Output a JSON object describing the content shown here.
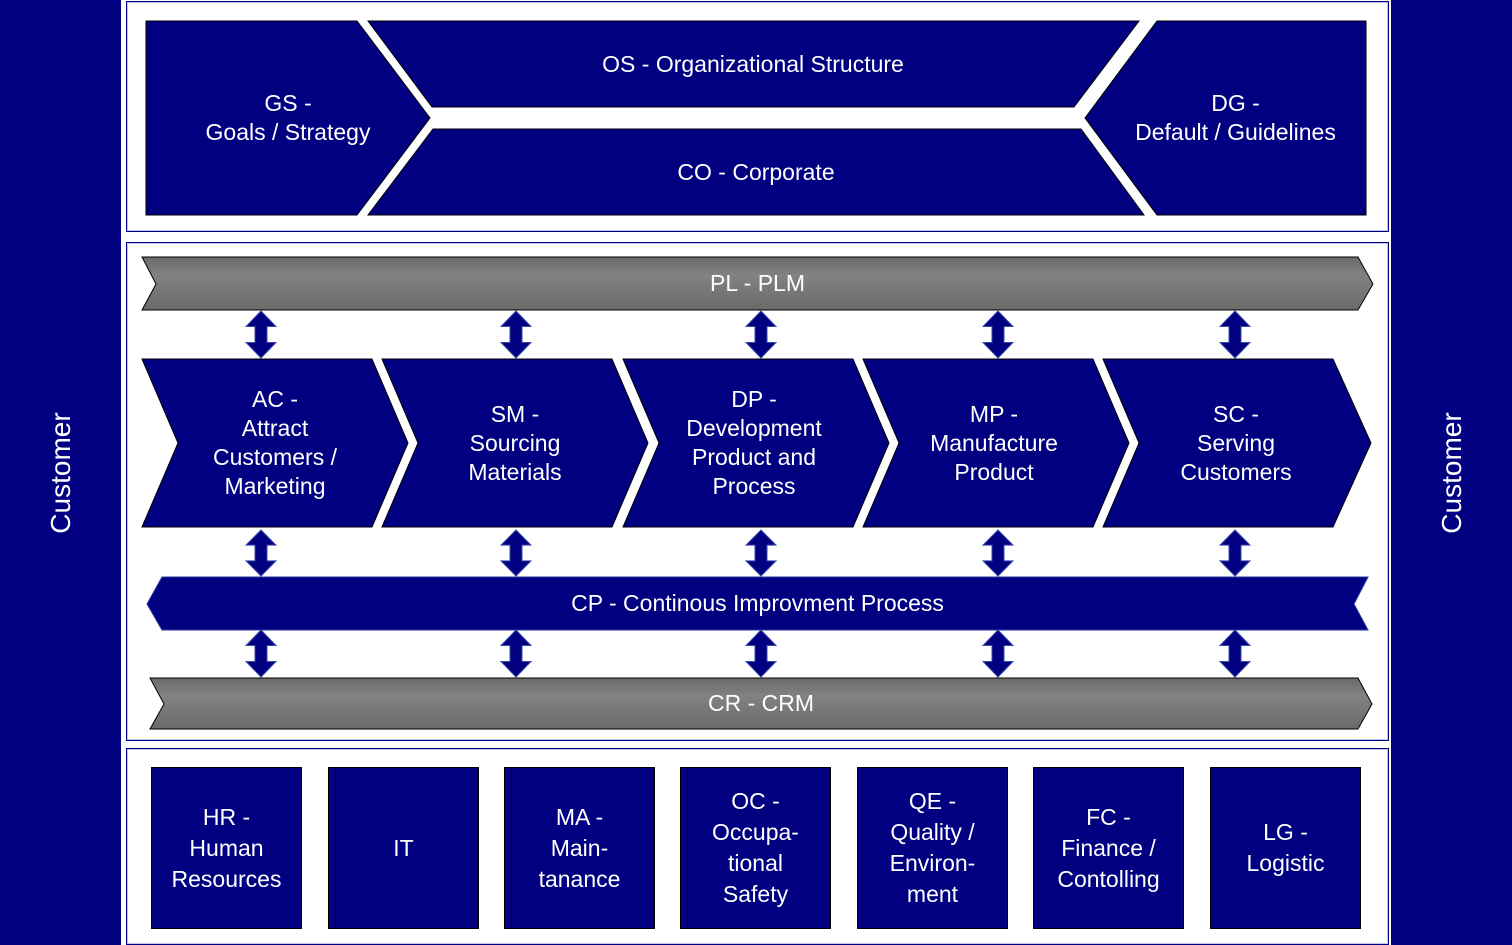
{
  "colors": {
    "primary": "#000080",
    "grey_bar": "#7a7a7a",
    "text": "#ffffff"
  },
  "customer": {
    "left_label": "Customer",
    "right_label": "Customer"
  },
  "management": {
    "goals": "GS -\nGoals / Strategy",
    "organizational": "OS - Organizational Structure",
    "corporate": "CO - Corporate",
    "defaults": "DG -\nDefault / Guidelines"
  },
  "core": {
    "plm": "PL - PLM",
    "processes": [
      {
        "label": "AC -\nAttract\nCustomers /\nMarketing"
      },
      {
        "label": "SM -\nSourcing\nMaterials"
      },
      {
        "label": "DP -\nDevelopment\nProduct and\nProcess"
      },
      {
        "label": "MP -\nManufacture\nProduct"
      },
      {
        "label": "SC -\nServing\nCustomers"
      }
    ],
    "cip": "CP - Continous Improvment Process",
    "crm": "CR - CRM",
    "arrow_icon": "double-headed-vertical-arrow"
  },
  "support": [
    {
      "label": "HR -\nHuman\nResources"
    },
    {
      "label": "IT"
    },
    {
      "label": "MA -\nMain-\ntanance"
    },
    {
      "label": "OC -\nOccupa-\ntional\nSafety"
    },
    {
      "label": "QE -\nQuality /\nEnviron-\nment"
    },
    {
      "label": "FC -\nFinance /\nContolling"
    },
    {
      "label": "LG -\nLogistic"
    }
  ]
}
